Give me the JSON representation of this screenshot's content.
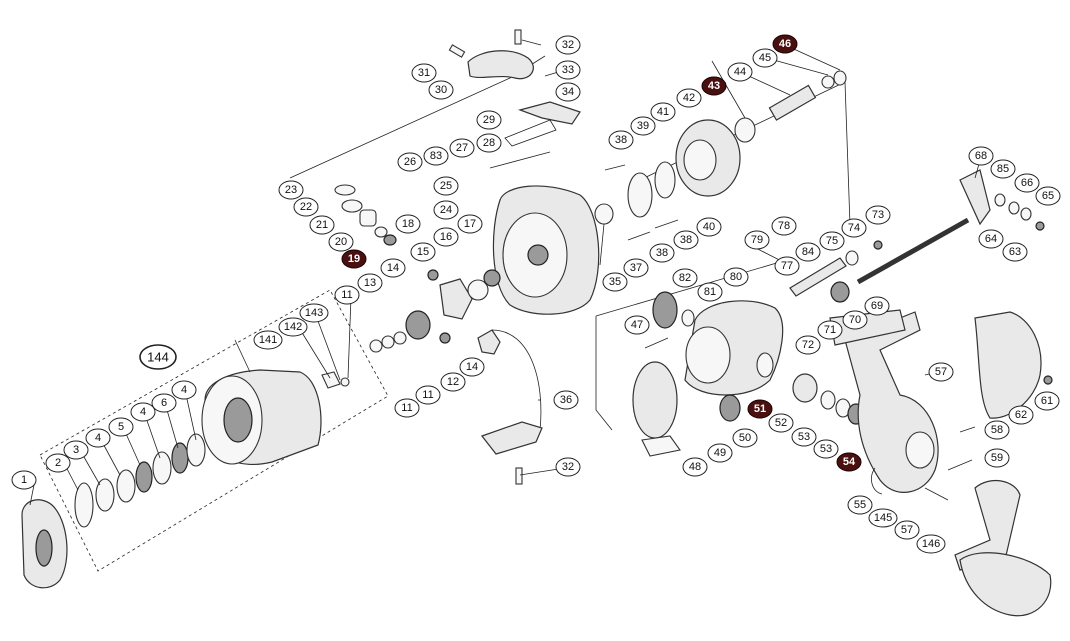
{
  "diagram": {
    "labels": [
      {
        "id": "l1",
        "text": "1"
      },
      {
        "id": "l2",
        "text": "2"
      },
      {
        "id": "l3",
        "text": "3"
      },
      {
        "id": "l4a",
        "text": "4"
      },
      {
        "id": "l5",
        "text": "5"
      },
      {
        "id": "l4b",
        "text": "4"
      },
      {
        "id": "l6",
        "text": "6"
      },
      {
        "id": "l4c",
        "text": "4"
      },
      {
        "id": "l144",
        "text": "144"
      },
      {
        "id": "l141",
        "text": "141"
      },
      {
        "id": "l142",
        "text": "142"
      },
      {
        "id": "l143",
        "text": "143"
      },
      {
        "id": "l11a",
        "text": "11"
      },
      {
        "id": "l11b",
        "text": "11"
      },
      {
        "id": "l11c",
        "text": "11"
      },
      {
        "id": "l13",
        "text": "13"
      },
      {
        "id": "l12",
        "text": "12"
      },
      {
        "id": "l14a",
        "text": "14"
      },
      {
        "id": "l14b",
        "text": "14"
      },
      {
        "id": "l15",
        "text": "15"
      },
      {
        "id": "l16",
        "text": "16"
      },
      {
        "id": "l17",
        "text": "17"
      },
      {
        "id": "l18",
        "text": "18"
      },
      {
        "id": "l19",
        "text": "19",
        "filled": true
      },
      {
        "id": "l20",
        "text": "20"
      },
      {
        "id": "l21",
        "text": "21"
      },
      {
        "id": "l22",
        "text": "22"
      },
      {
        "id": "l23",
        "text": "23"
      },
      {
        "id": "l24",
        "text": "24"
      },
      {
        "id": "l25",
        "text": "25"
      },
      {
        "id": "l26",
        "text": "26"
      },
      {
        "id": "l83",
        "text": "83"
      },
      {
        "id": "l27",
        "text": "27"
      },
      {
        "id": "l28",
        "text": "28"
      },
      {
        "id": "l29",
        "text": "29"
      },
      {
        "id": "l30",
        "text": "30"
      },
      {
        "id": "l31",
        "text": "31"
      },
      {
        "id": "l32a",
        "text": "32"
      },
      {
        "id": "l33",
        "text": "33"
      },
      {
        "id": "l34",
        "text": "34"
      },
      {
        "id": "l35",
        "text": "35"
      },
      {
        "id": "l36",
        "text": "36"
      },
      {
        "id": "l32b",
        "text": "32"
      },
      {
        "id": "l37",
        "text": "37"
      },
      {
        "id": "l38a",
        "text": "38"
      },
      {
        "id": "l38b",
        "text": "38"
      },
      {
        "id": "l38c",
        "text": "38"
      },
      {
        "id": "l39",
        "text": "39"
      },
      {
        "id": "l40",
        "text": "40"
      },
      {
        "id": "l41",
        "text": "41"
      },
      {
        "id": "l42",
        "text": "42"
      },
      {
        "id": "l43",
        "text": "43",
        "filled": true
      },
      {
        "id": "l44",
        "text": "44"
      },
      {
        "id": "l45",
        "text": "45"
      },
      {
        "id": "l46",
        "text": "46",
        "filled": true
      },
      {
        "id": "l47",
        "text": "47"
      },
      {
        "id": "l48",
        "text": "48"
      },
      {
        "id": "l49",
        "text": "49"
      },
      {
        "id": "l50",
        "text": "50"
      },
      {
        "id": "l51",
        "text": "51",
        "filled": true
      },
      {
        "id": "l52",
        "text": "52"
      },
      {
        "id": "l53a",
        "text": "53"
      },
      {
        "id": "l53b",
        "text": "53"
      },
      {
        "id": "l54",
        "text": "54",
        "filled": true
      },
      {
        "id": "l55",
        "text": "55"
      },
      {
        "id": "l145",
        "text": "145"
      },
      {
        "id": "l57a",
        "text": "57"
      },
      {
        "id": "l57b",
        "text": "57"
      },
      {
        "id": "l58",
        "text": "58"
      },
      {
        "id": "l59",
        "text": "59"
      },
      {
        "id": "l146",
        "text": "146"
      },
      {
        "id": "l61",
        "text": "61"
      },
      {
        "id": "l62",
        "text": "62"
      },
      {
        "id": "l63",
        "text": "63"
      },
      {
        "id": "l64",
        "text": "64"
      },
      {
        "id": "l65",
        "text": "65"
      },
      {
        "id": "l66",
        "text": "66"
      },
      {
        "id": "l85",
        "text": "85"
      },
      {
        "id": "l68",
        "text": "68"
      },
      {
        "id": "l69",
        "text": "69"
      },
      {
        "id": "l70",
        "text": "70"
      },
      {
        "id": "l71",
        "text": "71"
      },
      {
        "id": "l72",
        "text": "72"
      },
      {
        "id": "l73",
        "text": "73"
      },
      {
        "id": "l74",
        "text": "74"
      },
      {
        "id": "l75",
        "text": "75"
      },
      {
        "id": "l77",
        "text": "77"
      },
      {
        "id": "l78",
        "text": "78"
      },
      {
        "id": "l79",
        "text": "79"
      },
      {
        "id": "l80",
        "text": "80"
      },
      {
        "id": "l81",
        "text": "81"
      },
      {
        "id": "l82",
        "text": "82"
      },
      {
        "id": "l84",
        "text": "84"
      }
    ]
  }
}
